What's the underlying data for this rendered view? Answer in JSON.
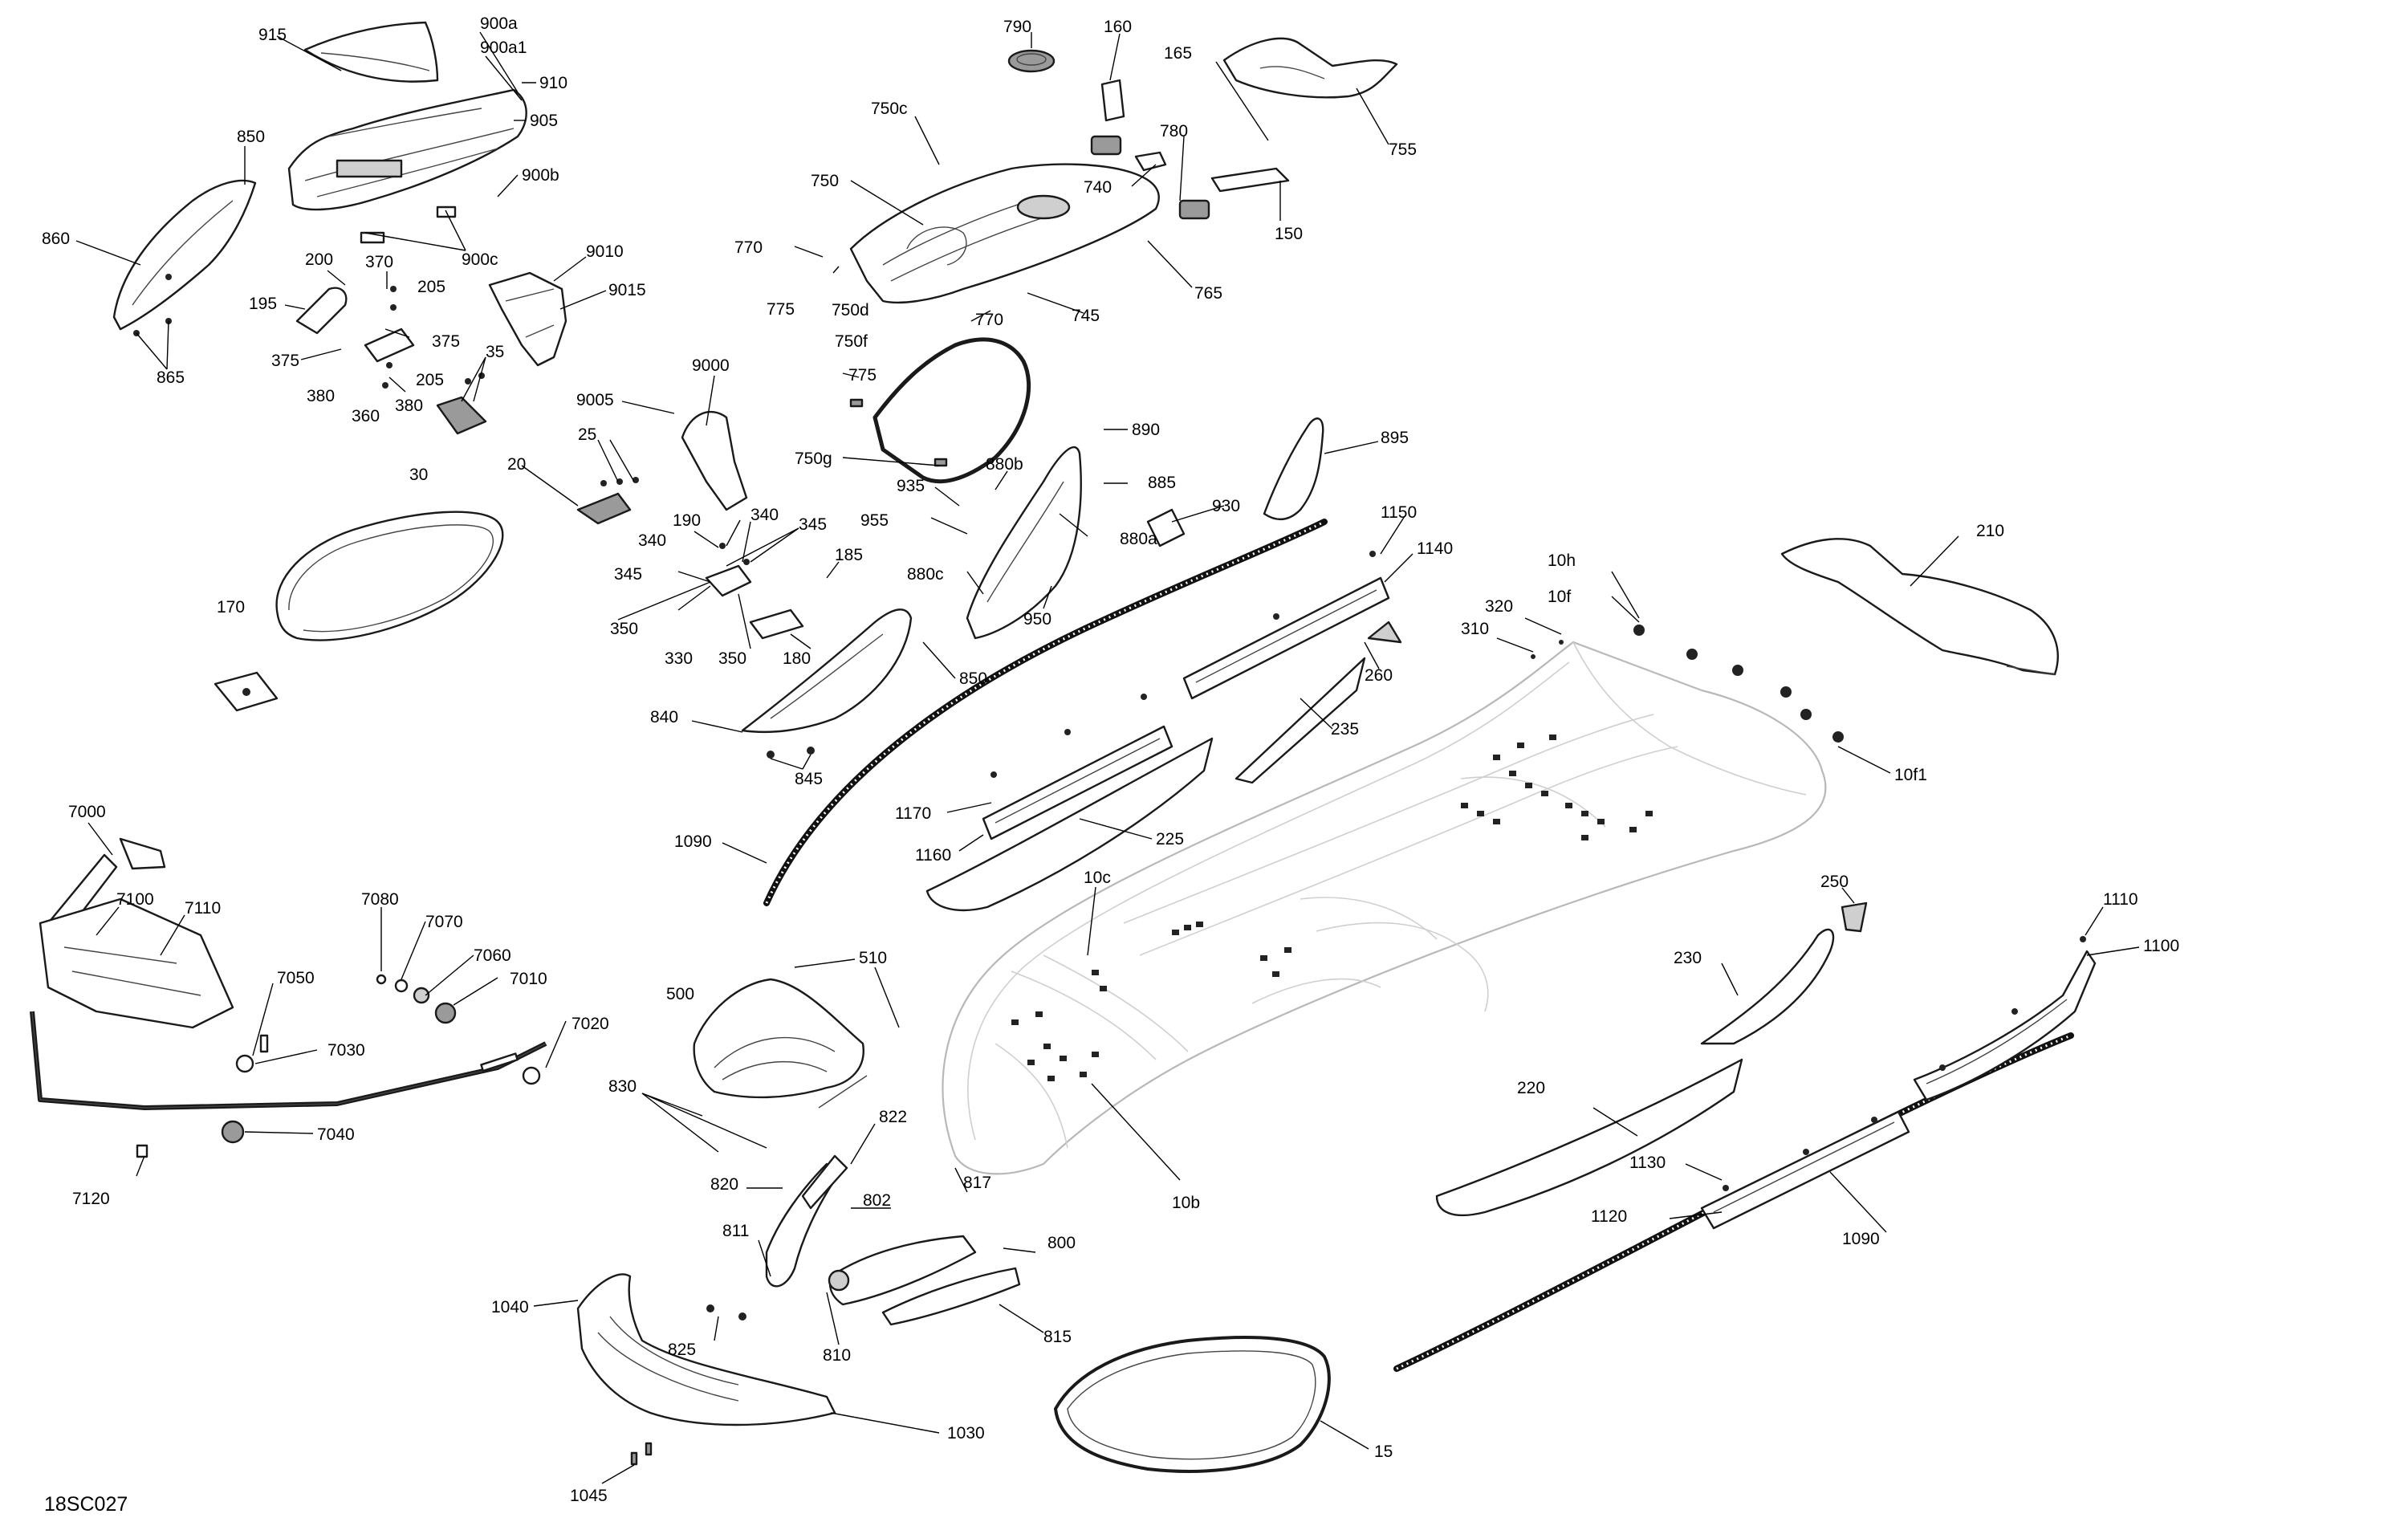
{
  "diagram_code": "18SC027",
  "labels": [
    "915",
    "900a",
    "900a1",
    "910",
    "905",
    "850",
    "900b",
    "860",
    "900c",
    "9010",
    "200",
    "370",
    "205",
    "195",
    "9015",
    "375",
    "375",
    "35",
    "205",
    "380",
    "360",
    "380",
    "30",
    "865",
    "790",
    "160",
    "165",
    "755",
    "750c",
    "780",
    "750",
    "740",
    "150",
    "770",
    "765",
    "775",
    "750d",
    "770",
    "745",
    "750f",
    "775",
    "9000",
    "9005",
    "25",
    "20",
    "750g",
    "890",
    "880b",
    "885",
    "935",
    "930",
    "895",
    "1150",
    "1140",
    "955",
    "340",
    "345",
    "190",
    "340",
    "345",
    "185",
    "880c",
    "880a",
    "950",
    "350",
    "170",
    "330",
    "350",
    "180",
    "850",
    "210",
    "10h",
    "10f",
    "320",
    "310",
    "260",
    "840",
    "235",
    "845",
    "10f1",
    "1170",
    "225",
    "1090",
    "1160",
    "7000",
    "7100",
    "7110",
    "7080",
    "7070",
    "7060",
    "7010",
    "7050",
    "7030",
    "7020",
    "7040",
    "7120",
    "10c",
    "510",
    "500",
    "250",
    "1110",
    "1100",
    "230",
    "830",
    "822",
    "220",
    "820",
    "802",
    "817",
    "811",
    "800",
    "1130",
    "1120",
    "1090",
    "1040",
    "810",
    "815",
    "825",
    "1030",
    "15",
    "1045",
    "10b"
  ]
}
